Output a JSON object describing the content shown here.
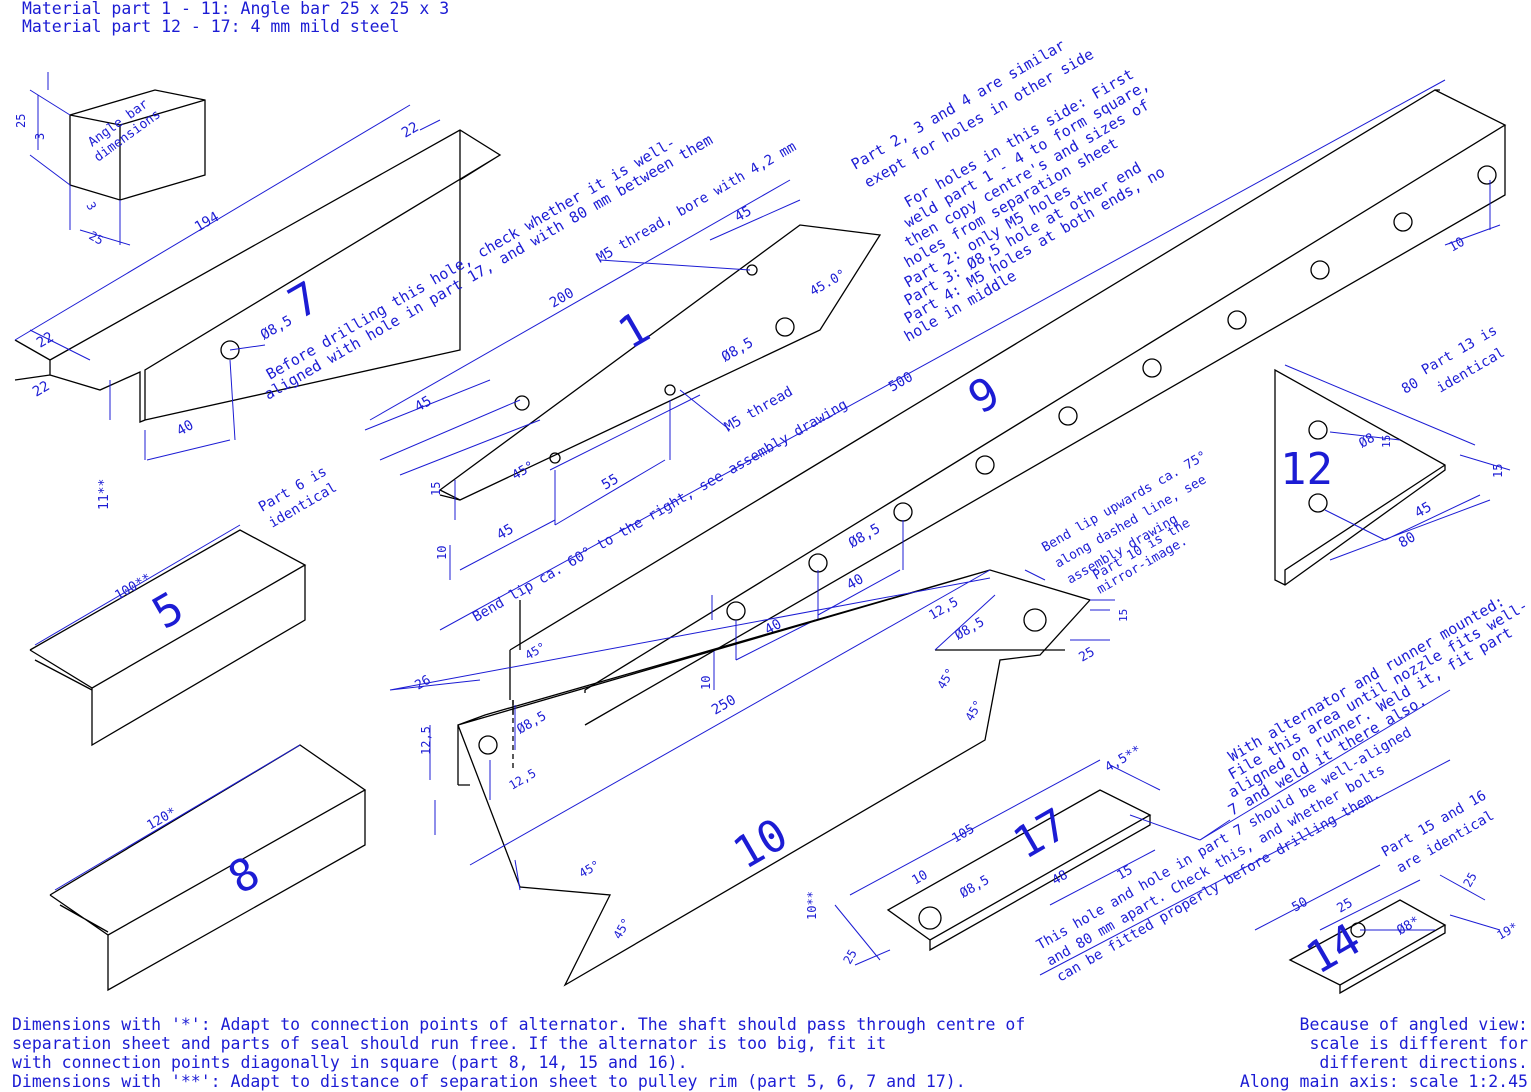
{
  "header": {
    "line1": "Material part 1 - 11: Angle bar 25 x 25 x 3",
    "line2": "Material part 12 - 17: 4 mm mild steel"
  },
  "footer": {
    "left": [
      "Dimensions with '*': Adapt to connection points of alternator. The shaft should pass through centre of",
      "separation sheet and parts of seal should run free. If the alternator is too big, fit it",
      "with connection points diagonally in square (part 8, 14, 15 and 16).",
      "Dimensions with '**': Adapt to distance of separation sheet to pulley rim (part 5, 6, 7 and 17)."
    ],
    "right": [
      "Because of angled view:",
      "scale is different for",
      "different directions.",
      "Along main axis: scale 1:2.45"
    ]
  },
  "angle_bar_box": {
    "label_1": "Angle bar",
    "label_2": "dimensions",
    "dims": [
      "25",
      "3",
      "3",
      "25"
    ]
  },
  "part_numbers": [
    "1",
    "5",
    "7",
    "8",
    "9",
    "10",
    "12",
    "14",
    "17"
  ],
  "notes": {
    "parts_2_4_a": "Part 2, 3 and 4 are similar",
    "parts_2_4_b": "exept for holes in other side",
    "holes_1": "For holes in this side: First",
    "holes_2": "weld part 1 - 4 to form square,",
    "holes_3": "then copy centre's and sizes of",
    "holes_4": "holes from separation sheet",
    "holes_5": "Part 2: only M5 holes",
    "holes_6": "Part 3: Ø8,5 hole at other end",
    "holes_7": "Part 4: M5 holes at both ends, no",
    "holes_8": "hole in middle",
    "drill_1": "Before drilling this hole, check whether it is well-",
    "drill_2": "aligned with hole in part 17, and with 80 mm between them",
    "m5_bore": "M5 thread, bore with 4,2 mm",
    "m5_thread": "M5 thread",
    "part6": "Part 6 is",
    "part6b": "identical",
    "part13": "Part 13 is",
    "part13b": "identical",
    "bend60": "Bend lip ca. 60° to the right, see assembly drawing",
    "bend75_1": "Bend lip upwards ca. 75°",
    "bend75_2": "along dashed line, see",
    "bend75_3": "assembly drawing",
    "part10_1": "Part 10 is the",
    "part10_2": "mirror-image.",
    "file_1": "With alternator and runner mounted:",
    "file_2": "File this area until nozzle fits well-",
    "file_3": "aligned on runner. Weld it, fit part",
    "file_4": "7 and weld it there also.",
    "align_1": "This hole and hole in part 7 should be well-aligned",
    "align_2": "and 80 mm apart. Check this, and whether bolts",
    "align_3": "can be fitted properly before drilling them.",
    "part15_1": "Part 15 and 16",
    "part15_2": "are identical"
  },
  "dims": {
    "d194": "194",
    "d22a": "22",
    "d22b": "22",
    "d22c": "22",
    "d40a": "40",
    "d11": "11**",
    "d85a": "Ø8,5",
    "d200": "200",
    "d45a": "45",
    "d45b": "45",
    "d45c": "45",
    "d55": "55",
    "d15a": "15",
    "d10a": "10",
    "d45deg": "45°",
    "d450": "45.0°",
    "d85b": "Ø8,5",
    "d500": "500",
    "d10b": "10",
    "d85c": "Ø8,5",
    "d40b": "40",
    "d40c": "40",
    "d10c": "10",
    "d100": "100**",
    "d120": "120*",
    "d80a": "80",
    "d45d": "45",
    "d80b": "80",
    "d8": "Ø8",
    "d15b": "15",
    "d15c": "15",
    "d26": "26",
    "d125a": "12,5",
    "d125b": "12,5",
    "d125c": "12,5",
    "d250": "250",
    "d85d": "Ø8,5",
    "d85e": "Ø8,5",
    "d25a": "25",
    "d15d": "15",
    "d45e": "45°",
    "d45f": "45°",
    "d45g": "45°",
    "d45h": "45°",
    "d45i": "45°",
    "d105": "105",
    "d10d": "10",
    "d48": "48",
    "d15e": "15",
    "d45s": "4,5**",
    "d10s": "10**",
    "d25b": "25",
    "d85f": "Ø8,5",
    "d50": "50",
    "d25c": "25",
    "d25d": "25",
    "d8s": "Ø8*",
    "d19": "19*"
  }
}
